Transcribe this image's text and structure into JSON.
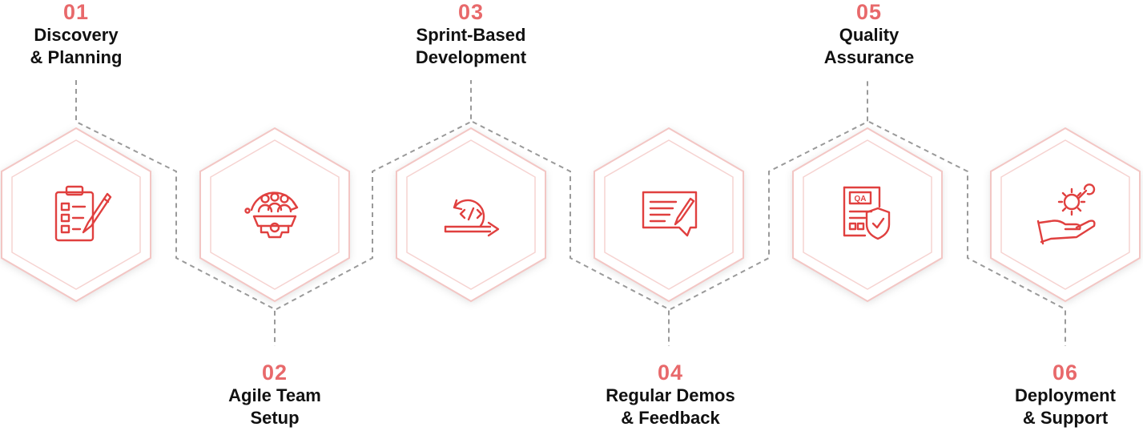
{
  "steps": [
    {
      "number": "01",
      "title_line1": "Discovery",
      "title_line2": "& Planning",
      "icon": "clipboard-checklist-icon"
    },
    {
      "number": "02",
      "title_line1": "Agile Team",
      "title_line2": "Setup",
      "icon": "team-gear-icon"
    },
    {
      "number": "03",
      "title_line1": "Sprint-Based",
      "title_line2": "Development",
      "icon": "code-cycle-icon"
    },
    {
      "number": "04",
      "title_line1": "Regular Demos",
      "title_line2": "& Feedback",
      "icon": "feedback-message-icon"
    },
    {
      "number": "05",
      "title_line1": "Quality",
      "title_line2": "Assurance",
      "icon": "qa-shield-icon"
    },
    {
      "number": "06",
      "title_line1": "Deployment",
      "title_line2": "& Support",
      "icon": "hand-gear-icon"
    }
  ],
  "colors": {
    "accent": "#e0403f",
    "number": "#e8696b",
    "connector": "#9a9a9a",
    "hex_border": "#f3c6c4"
  },
  "icon_labels": {
    "qa_badge": "QA"
  }
}
